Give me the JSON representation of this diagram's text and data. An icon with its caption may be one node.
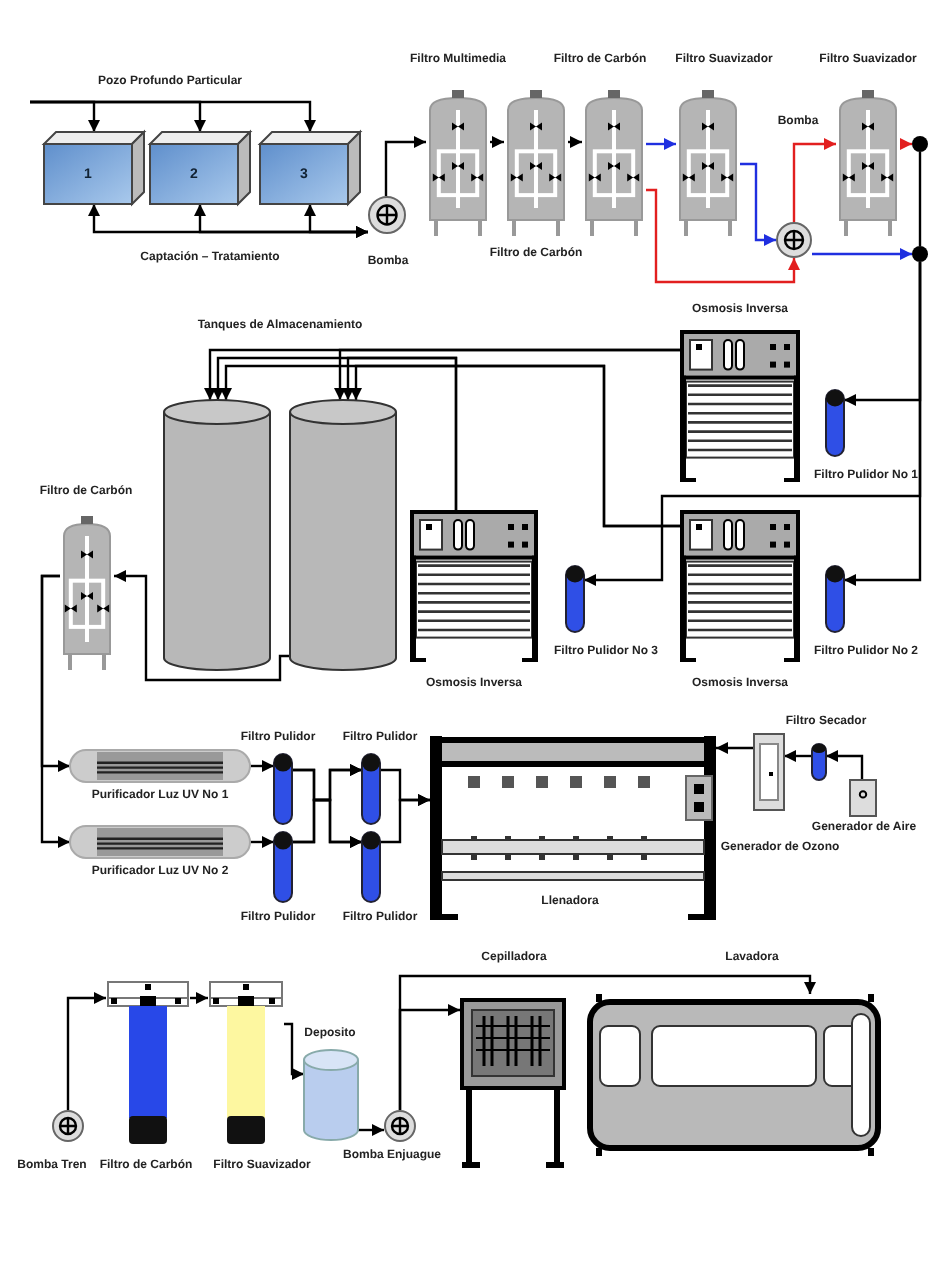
{
  "diagram": {
    "nodes": [
      {
        "text": [
          "1"
        ]
      },
      {
        "text": [
          "2"
        ]
      },
      {
        "text": [
          "3"
        ]
      },
      {
        "text": [],
        "shape": "picture",
        "beside": [
          "Bomba"
        ]
      },
      {
        "text": [],
        "shape": "picture",
        "beside": [
          "Filtro Multimedia"
        ]
      },
      {
        "text": [],
        "shape": "picture",
        "beside": [
          "Filtro de Carbón"
        ]
      },
      {
        "text": [],
        "shape": "picture",
        "beside": [
          "Filtro de Carbón"
        ]
      },
      {
        "text": [],
        "shape": "picture",
        "beside": [
          "Filtro Suavizador"
        ]
      },
      {
        "text": [],
        "shape": "picture"
      },
      {
        "text": [],
        "shape": "picture",
        "beside": [
          "Filtro Suavizador"
        ]
      },
      {
        "text": [],
        "shape": "circle"
      },
      {
        "text": [],
        "shape": "circle"
      },
      {
        "text": [],
        "shape": "picture",
        "beside": [
          "Osmosis Inversa"
        ]
      },
      {
        "text": [],
        "shape": "picture",
        "beside": [
          "Filtro Pulidor No 1"
        ]
      },
      {
        "text": [],
        "shape": "cylinder"
      },
      {
        "text": [],
        "shape": "cylinder"
      },
      {
        "text": [],
        "shape": "picture",
        "beside": [
          "Filtro de Carbón"
        ]
      },
      {
        "text": [],
        "shape": "picture",
        "beside": [
          "Osmosis Inversa"
        ]
      },
      {
        "text": [],
        "shape": "picture",
        "beside": [
          "Filtro Pulidor No 3"
        ]
      },
      {
        "text": [],
        "shape": "picture",
        "beside": [
          "Osmosis Inversa"
        ]
      },
      {
        "text": [],
        "shape": "picture",
        "beside": [
          "Filtro Pulidor No 2"
        ]
      },
      {
        "text": [],
        "shape": "picture",
        "beside": [
          "Purificador Luz UV No 1"
        ]
      },
      {
        "text": [],
        "shape": "picture",
        "beside": [
          "Filtro Pulidor"
        ]
      },
      {
        "text": [],
        "shape": "picture",
        "beside": [
          "Filtro Pulidor"
        ]
      },
      {
        "text": [],
        "shape": "picture",
        "beside": [
          "Llenadora"
        ]
      },
      {
        "text": [],
        "shape": "box",
        "in": 24,
        "beside": [
          "Generador de Ozono"
        ]
      },
      {
        "text": [],
        "shape": "box",
        "beside": [
          "Filtro Secador"
        ]
      },
      {
        "text": [],
        "shape": "picture"
      },
      {
        "text": [],
        "shape": "box",
        "beside": [
          "Generador de Aire"
        ]
      },
      {
        "text": [],
        "shape": "picture",
        "beside": [
          "Purificador Luz UV No 2"
        ]
      },
      {
        "text": [],
        "shape": "picture",
        "beside": [
          "Filtro Pulidor"
        ]
      },
      {
        "text": [],
        "shape": "picture",
        "beside": [
          "Filtro Pulidor"
        ]
      },
      {
        "text": [],
        "shape": "picture",
        "beside": [
          "Bomba Tren"
        ]
      },
      {
        "text": [],
        "shape": "picture",
        "beside": [
          "Filtro de Carbón"
        ]
      },
      {
        "text": [],
        "shape": "picture",
        "beside": [
          "Filtro Suavizador"
        ]
      },
      {
        "text": [],
        "shape": "cylinder",
        "beside": [
          "Deposito"
        ]
      },
      {
        "text": [],
        "shape": "picture",
        "beside": [
          "Bomba Enjuague"
        ]
      },
      {
        "text": [],
        "shape": "picture",
        "beside": [
          "Cepilladora"
        ]
      },
      {
        "text": [],
        "shape": "picture",
        "beside": [
          "Lavadora"
        ]
      }
    ],
    "edges": [
      {
        "from": null,
        "to": 0,
        "arrow": "to"
      },
      {
        "from": null,
        "to": 1,
        "arrow": "to"
      },
      {
        "from": null,
        "to": 2,
        "arrow": "to"
      },
      {
        "from": 0,
        "to": 3,
        "arrow": "both"
      },
      {
        "from": 1,
        "to": 3,
        "arrow": "both"
      },
      {
        "from": 2,
        "to": 3,
        "arrow": "both"
      },
      {
        "from": 3,
        "to": 4,
        "arrow": "to"
      },
      {
        "from": 4,
        "to": 5,
        "arrow": "to"
      },
      {
        "from": 5,
        "to": 6,
        "arrow": "to"
      },
      {
        "from": 6,
        "to": 7,
        "arrow": "to",
        "color": "#1f2fe0"
      },
      {
        "from": 6,
        "to": 8,
        "arrow": "to",
        "color": "#e21f1f"
      },
      {
        "from": 7,
        "to": 8,
        "arrow": "to",
        "color": "#1f2fe0"
      },
      {
        "from": 8,
        "to": 9,
        "arrow": "to",
        "color": "#e21f1f"
      },
      {
        "from": 9,
        "to": 10,
        "arrow": "to",
        "color": "#e21f1f"
      },
      {
        "from": 8,
        "to": 11,
        "arrow": "to",
        "color": "#1f2fe0"
      },
      {
        "from": 10,
        "to": 11,
        "arrow": "none"
      },
      {
        "from": 11,
        "to": 13,
        "arrow": "to"
      },
      {
        "from": 11,
        "to": 20,
        "arrow": "to"
      },
      {
        "from": 11,
        "to": 18,
        "arrow": "to"
      },
      {
        "from": 12,
        "to": 14,
        "arrow": "to"
      },
      {
        "from": 12,
        "to": 15,
        "arrow": "to"
      },
      {
        "from": 17,
        "to": 14,
        "arrow": "to"
      },
      {
        "from": 17,
        "to": 15,
        "arrow": "to"
      },
      {
        "from": 19,
        "to": 14,
        "arrow": "to"
      },
      {
        "from": 19,
        "to": 15,
        "arrow": "to"
      },
      {
        "from": 15,
        "to": 16,
        "arrow": "to"
      },
      {
        "from": 16,
        "to": 21,
        "arrow": "to"
      },
      {
        "from": 16,
        "to": 29,
        "arrow": "to"
      },
      {
        "from": 21,
        "to": 22,
        "arrow": "to"
      },
      {
        "from": 29,
        "to": 30,
        "arrow": "to"
      },
      {
        "from": 22,
        "to": 23,
        "arrow": "to"
      },
      {
        "from": 22,
        "to": 31,
        "arrow": "to"
      },
      {
        "from": 30,
        "to": 23,
        "arrow": "to"
      },
      {
        "from": 30,
        "to": 31,
        "arrow": "to"
      },
      {
        "from": 23,
        "to": 24,
        "arrow": "to"
      },
      {
        "from": 31,
        "to": 24,
        "arrow": "to"
      },
      {
        "from": 28,
        "to": 27,
        "arrow": "to"
      },
      {
        "from": 27,
        "to": 26,
        "arrow": "to"
      },
      {
        "from": 26,
        "to": 24,
        "arrow": "to"
      },
      {
        "from": 32,
        "to": 33,
        "arrow": "to"
      },
      {
        "from": 33,
        "to": 34,
        "arrow": "to"
      },
      {
        "from": 34,
        "to": 35,
        "arrow": "to"
      },
      {
        "from": 35,
        "to": 36,
        "arrow": "to"
      },
      {
        "from": 36,
        "to": 37,
        "arrow": "to"
      },
      {
        "from": 36,
        "to": 38,
        "arrow": "to"
      }
    ],
    "labels": [
      "Pozo Profundo Particular",
      "Bomba",
      "Captación – Tratamiento",
      "Tanques de Almacenamiento"
    ]
  }
}
